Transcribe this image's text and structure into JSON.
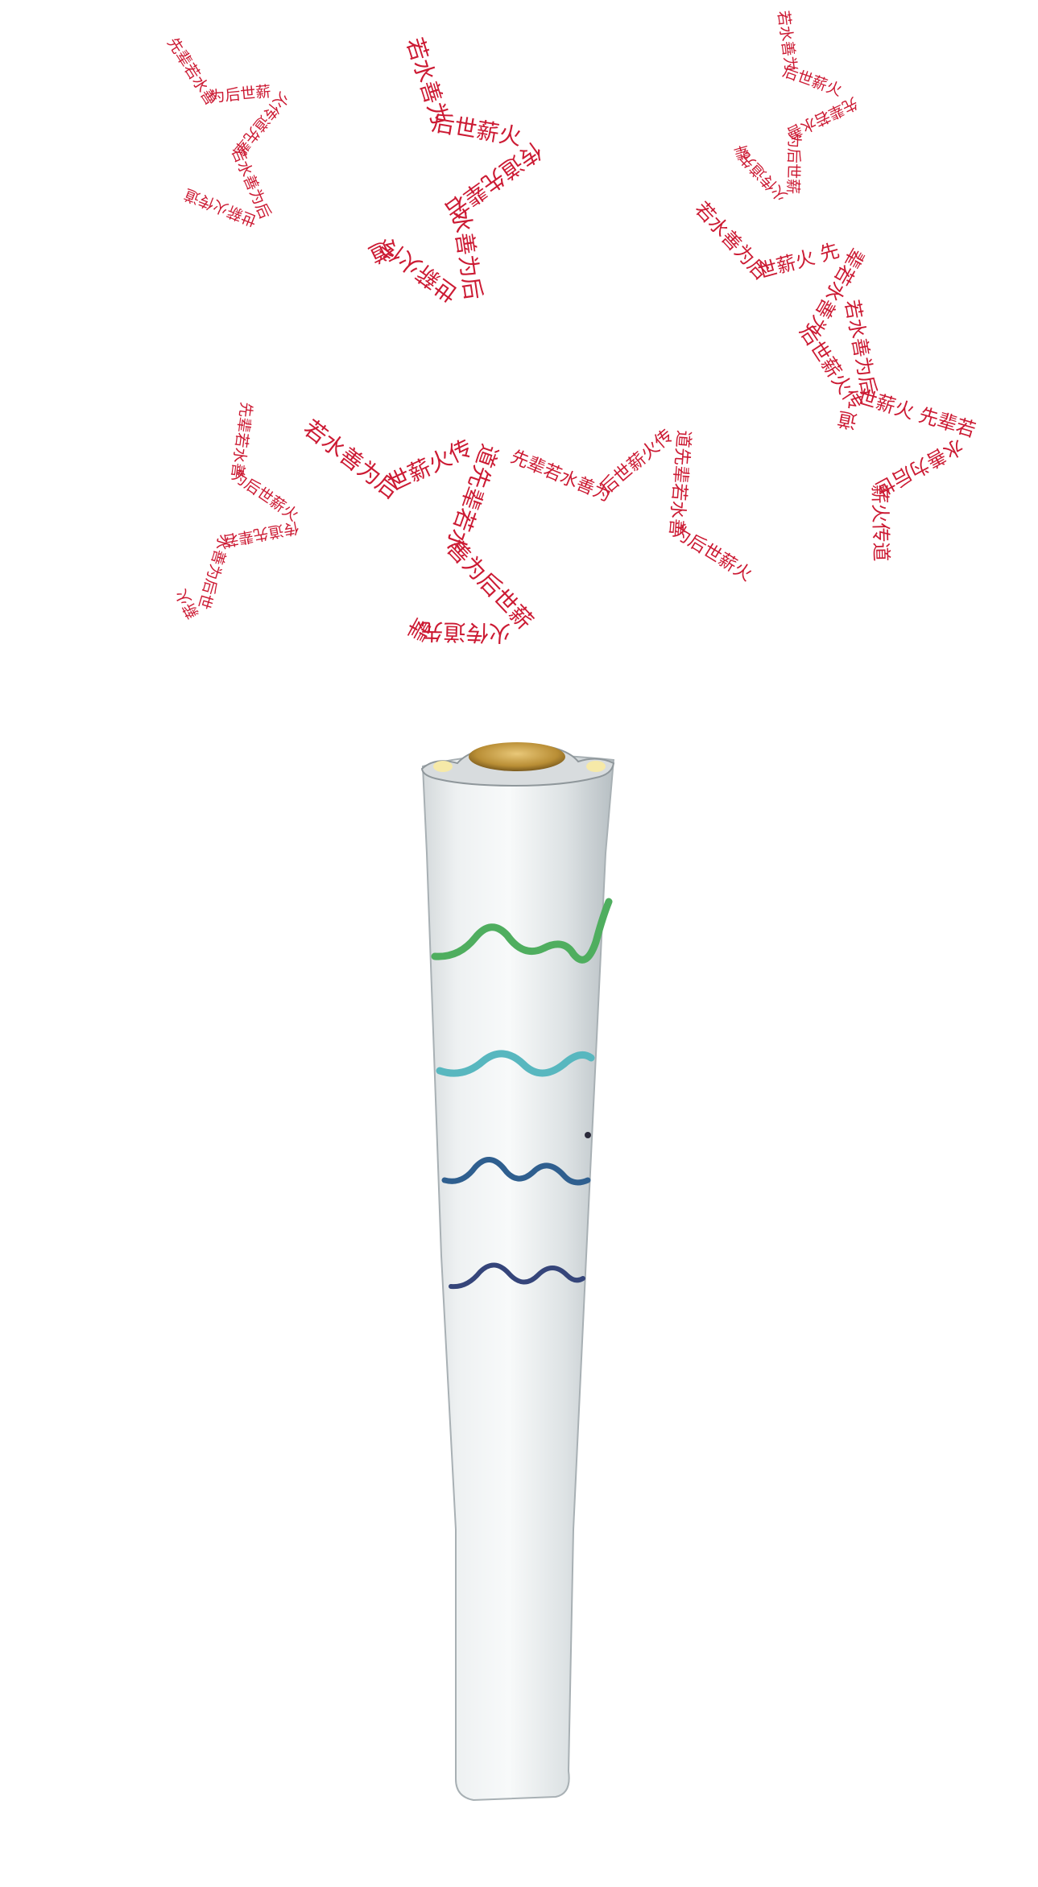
{
  "poster": {
    "text_phrase_a": "若水善为后世薪火",
    "text_phrase_b": "传道先辈若水善为后世薪火",
    "text_phrase_c": "先辈若水善为后世薪火传道",
    "text_color": "#cc1a33"
  },
  "stars": [
    {
      "label": "star-1",
      "text": "先辈若水善为后世薪火传道先辈若水善为后世薪火传道"
    },
    {
      "label": "star-2",
      "text": "若水善为后世薪火 先辈若水善为后世薪火传道先辈"
    },
    {
      "label": "star-3",
      "text": "若水善为后世薪火传道先辈若水善为后世薪火传道"
    },
    {
      "label": "star-4",
      "text": "若水善为后世薪火 先辈若水善为后世薪火传道"
    },
    {
      "label": "star-5",
      "text": "先辈若水善为后世薪火传道先辈若水善为后世薪火"
    },
    {
      "label": "star-6",
      "text": "若水善为后世薪火传道先辈若水善为后世薪火传道先辈"
    },
    {
      "label": "star-7",
      "text": "若水善为后世薪火 先辈若水善为后世薪火传道"
    },
    {
      "label": "star-8",
      "text": "先辈若水善为后世薪火传道先辈若水善为后世薪火"
    }
  ],
  "torch": {
    "stripe_colors": [
      "#4fae5f",
      "#58b7bf",
      "#2f5f8f",
      "#35457a"
    ],
    "cap_color": "#c9a24a"
  }
}
